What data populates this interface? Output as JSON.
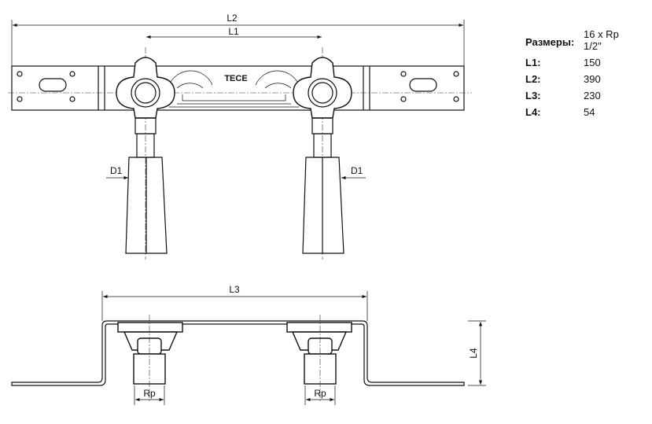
{
  "drawing": {
    "top_view": {
      "dim_overall": "L2",
      "dim_center": "L1",
      "dim_pipe_left": "D1",
      "dim_pipe_right": "D1",
      "brand": "TECE"
    },
    "side_view": {
      "dim_width": "L3",
      "dim_height": "L4",
      "dim_thread_left": "Rp",
      "dim_thread_right": "Rp"
    }
  },
  "specs": [
    {
      "label": "Размеры:",
      "value": "16 x Rp 1/2\""
    },
    {
      "label": "L1:",
      "value": "150"
    },
    {
      "label": "L2:",
      "value": "390"
    },
    {
      "label": "L3:",
      "value": "230"
    },
    {
      "label": "L4:",
      "value": "54"
    }
  ]
}
